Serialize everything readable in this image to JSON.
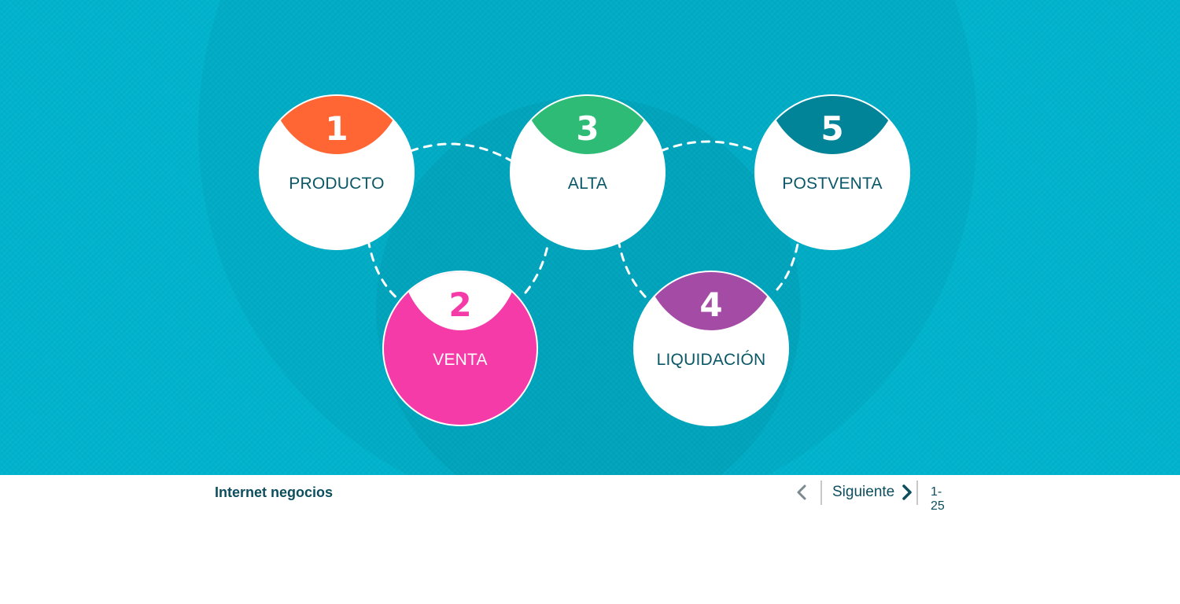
{
  "steps": [
    {
      "number": "1",
      "label": "PRODUCTO",
      "color": "#ff6633",
      "active": false
    },
    {
      "number": "2",
      "label": "VENTA",
      "color": "#f43ba8",
      "active": true
    },
    {
      "number": "3",
      "label": "ALTA",
      "color": "#2dbb75",
      "active": false
    },
    {
      "number": "4",
      "label": "LIQUIDACIÓN",
      "color": "#a44ba6",
      "active": false
    },
    {
      "number": "5",
      "label": "POSTVENTA",
      "color": "#018398",
      "active": false
    }
  ],
  "footer": {
    "title": "Internet negocios",
    "prev_icon": "chevron-left-icon",
    "next_label": "Siguiente",
    "next_icon": "chevron-right-icon",
    "page_indicator": "1-25"
  },
  "colors": {
    "background": "#00b3cd",
    "text_dark": "#0d4e5e",
    "label_color": "#0a5767"
  }
}
